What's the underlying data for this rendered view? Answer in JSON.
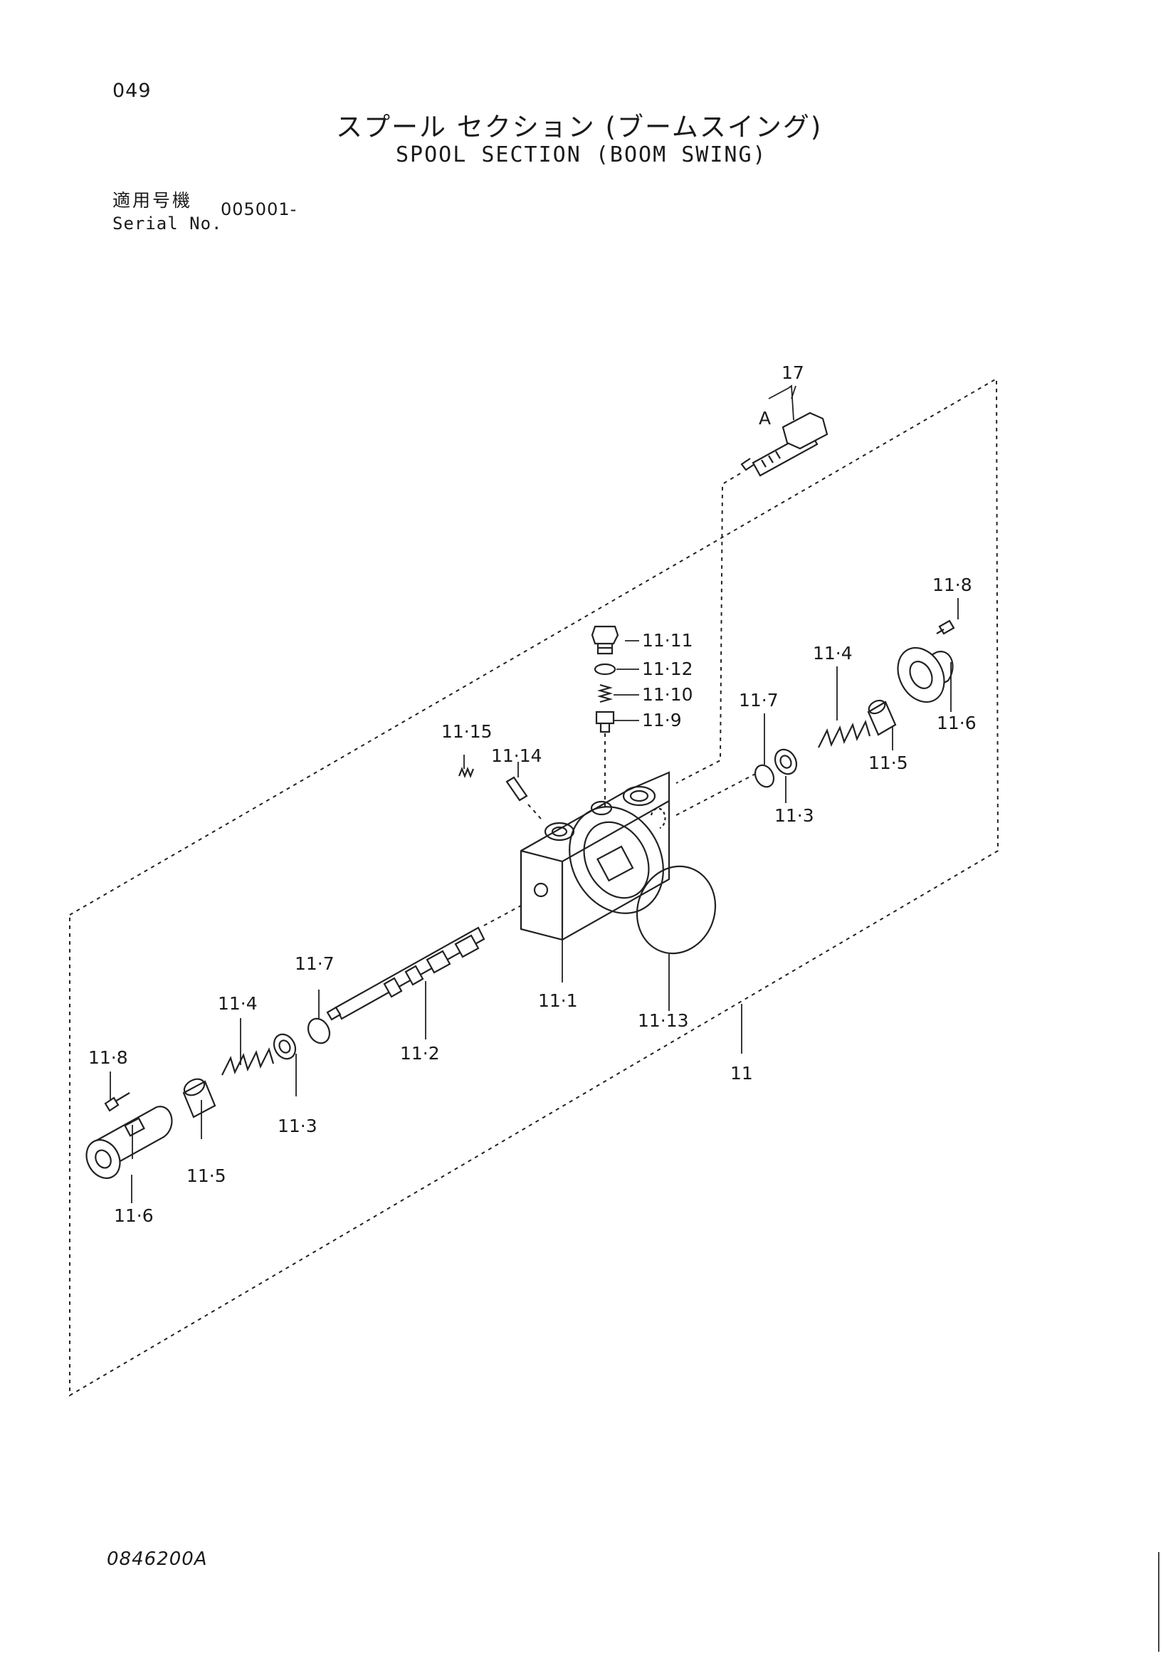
{
  "header": {
    "page_number": "049",
    "title_jp": "スプール セクション (ブームスイング)",
    "title_en": "SPOOL SECTION (BOOM SWING)",
    "serial_label_jp": "適用号機",
    "serial_label_en": "Serial No.",
    "serial_value": "005001-"
  },
  "callouts": {
    "c17": "17",
    "cA": "A",
    "c11_8_r": "11·8",
    "c11_11": "11·11",
    "c11_12": "11·12",
    "c11_10": "11·10",
    "c11_9": "11·9",
    "c11_4_r": "11·4",
    "c11_7_r": "11·7",
    "c11_6_r": "11·6",
    "c11_15": "11·15",
    "c11_14": "11·14",
    "c11_5_r": "11·5",
    "c11_3_r": "11·3",
    "c11_7_l": "11·7",
    "c11_4_l": "11·4",
    "c11_1": "11·1",
    "c11_13": "11·13",
    "c11_8_l": "11·8",
    "c11_2": "11·2",
    "c11": "11",
    "c11_3_l": "11·3",
    "c11_5_l": "11·5",
    "c11_6_l": "11·6"
  },
  "footer": {
    "drawing_number": "0846200A"
  }
}
